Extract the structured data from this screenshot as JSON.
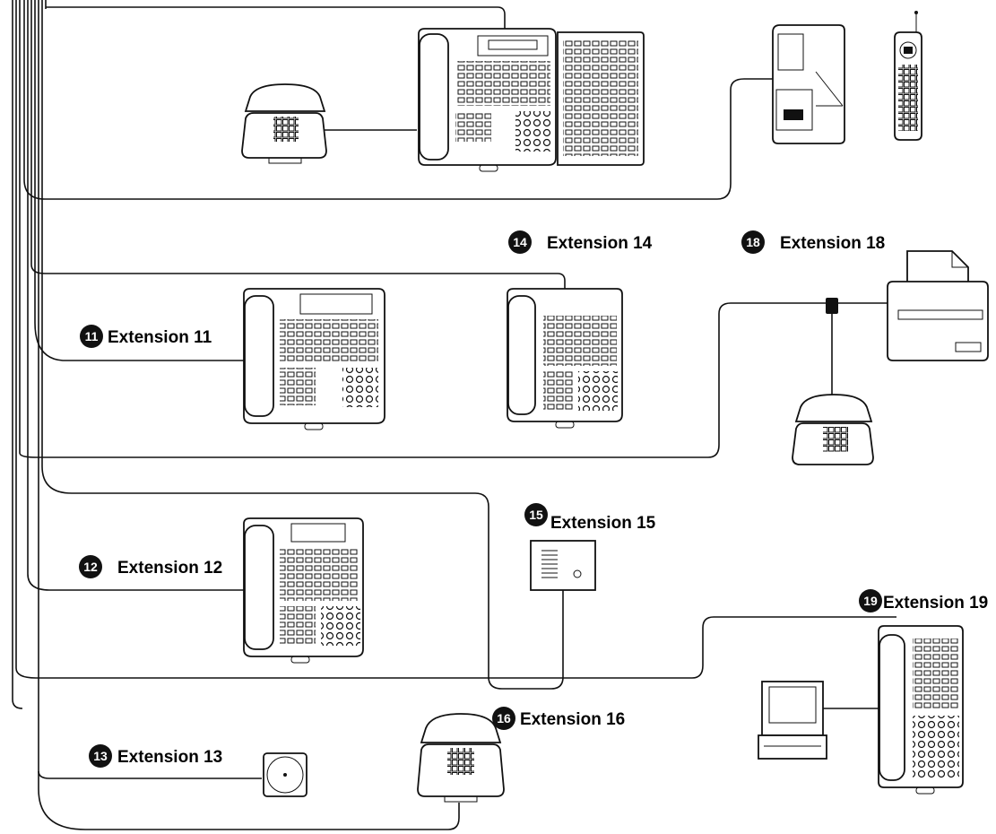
{
  "extensions": {
    "e11": {
      "number": "11",
      "label": "Extension 11"
    },
    "e12": {
      "number": "12",
      "label": "Extension 12"
    },
    "e13": {
      "number": "13",
      "label": "Extension 13"
    },
    "e14": {
      "number": "14",
      "label": "Extension 14"
    },
    "e15": {
      "number": "15",
      "label": "Extension 15"
    },
    "e16": {
      "number": "16",
      "label": "Extension 16"
    },
    "e18": {
      "number": "18",
      "label": "Extension 18"
    },
    "e19": {
      "number": "19",
      "label": "Extension 19"
    }
  },
  "colors": {
    "line": "#111111",
    "background": "#ffffff"
  }
}
